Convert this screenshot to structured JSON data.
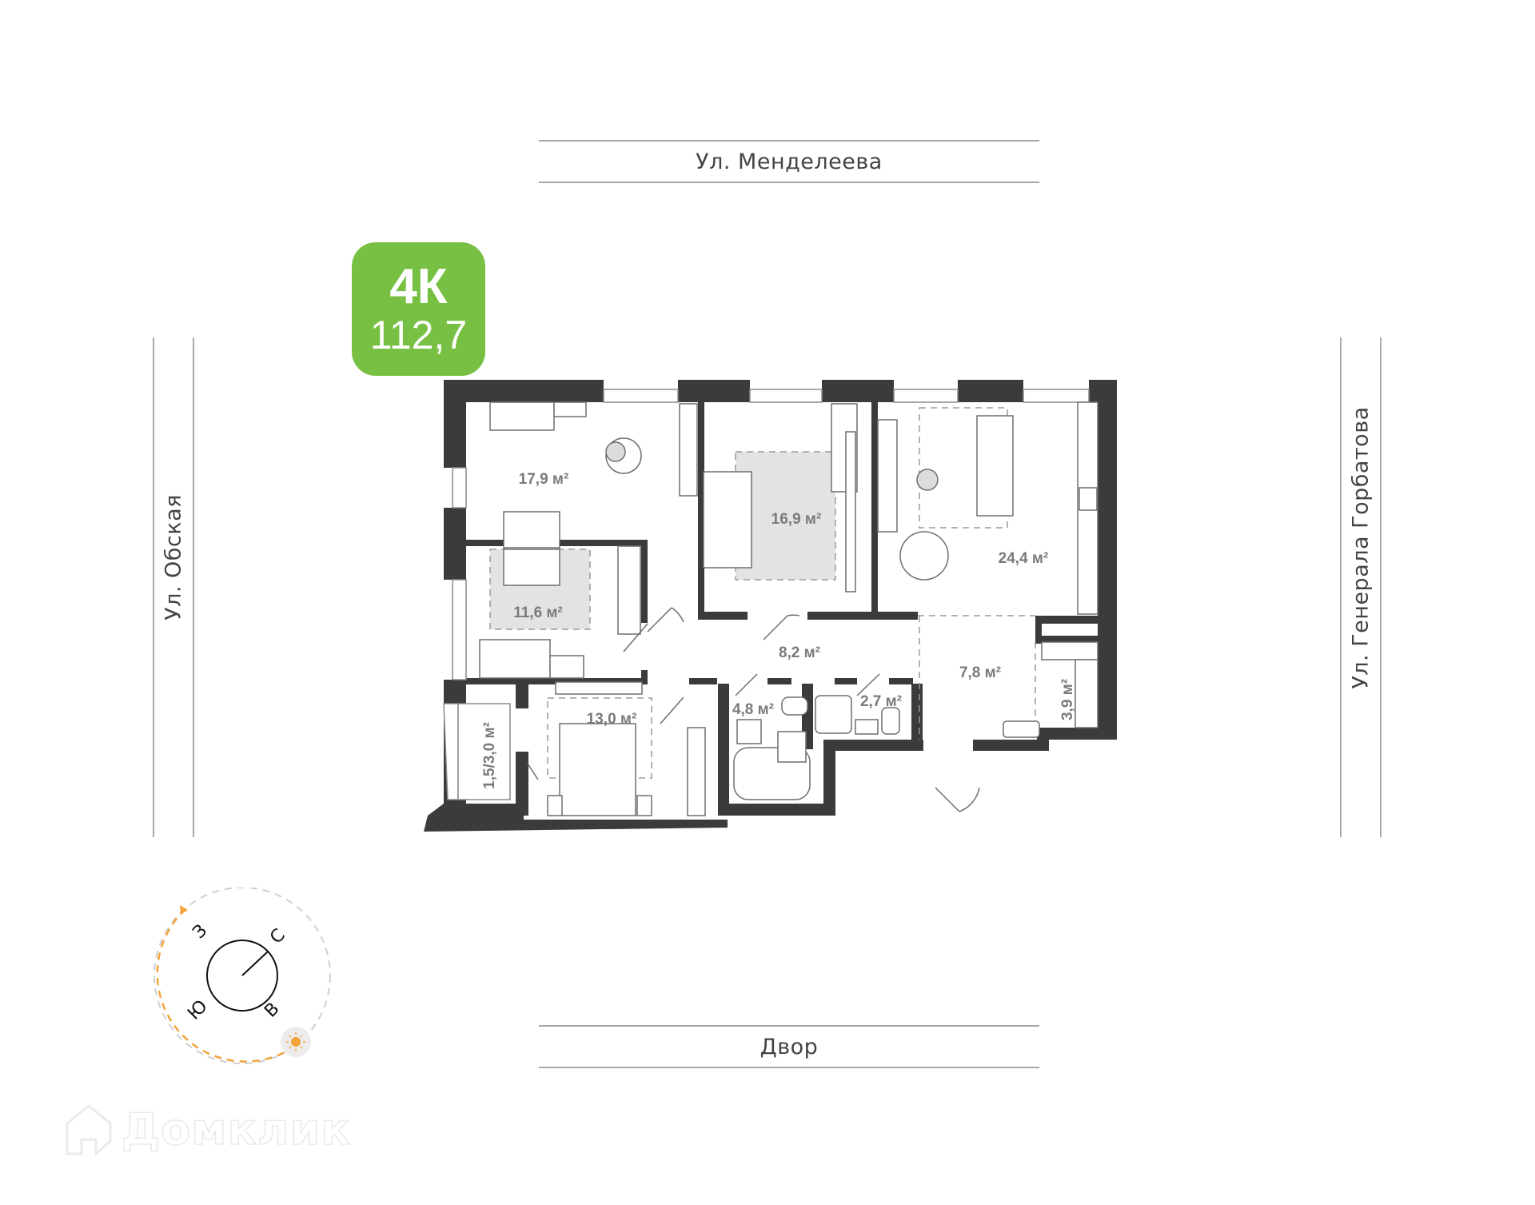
{
  "apartment": {
    "type": "4К",
    "total_area": "112,7",
    "badge_color": "#77c043"
  },
  "streets": {
    "top": "Ул. Менделеева",
    "left": "Ул. Обская",
    "right": "Ул. Генерала Горбатова",
    "bottom": "Двор"
  },
  "rooms": [
    {
      "id": "bedroom-nw",
      "area": "17,9 м²"
    },
    {
      "id": "bedroom-middle",
      "area": "16,9 м²"
    },
    {
      "id": "kitchen-living",
      "area": "24,4 м²"
    },
    {
      "id": "bedroom-kids",
      "area": "11,6 м²"
    },
    {
      "id": "corridor",
      "area": "8,2 м²"
    },
    {
      "id": "hallway",
      "area": "7,8 м²"
    },
    {
      "id": "wardrobe",
      "area": "3,9 м²"
    },
    {
      "id": "master-bedroom",
      "area": "13,0 м²"
    },
    {
      "id": "bathroom",
      "area": "4,8 м²"
    },
    {
      "id": "shower-room",
      "area": "2,7 м²"
    },
    {
      "id": "balcony",
      "area": "1,5/3,0 м²"
    }
  ],
  "compass": {
    "north": "С",
    "south": "Ю",
    "east": "В",
    "west": "З",
    "sun_icon": "sun-icon",
    "sun_color": "#f2a33a"
  },
  "watermark": {
    "text": "Домклик",
    "logo_icon": "house-logo-icon"
  },
  "colors": {
    "wall": "#3b3b3b",
    "line": "#6e6e6e",
    "rug": "#e3e3e3"
  }
}
